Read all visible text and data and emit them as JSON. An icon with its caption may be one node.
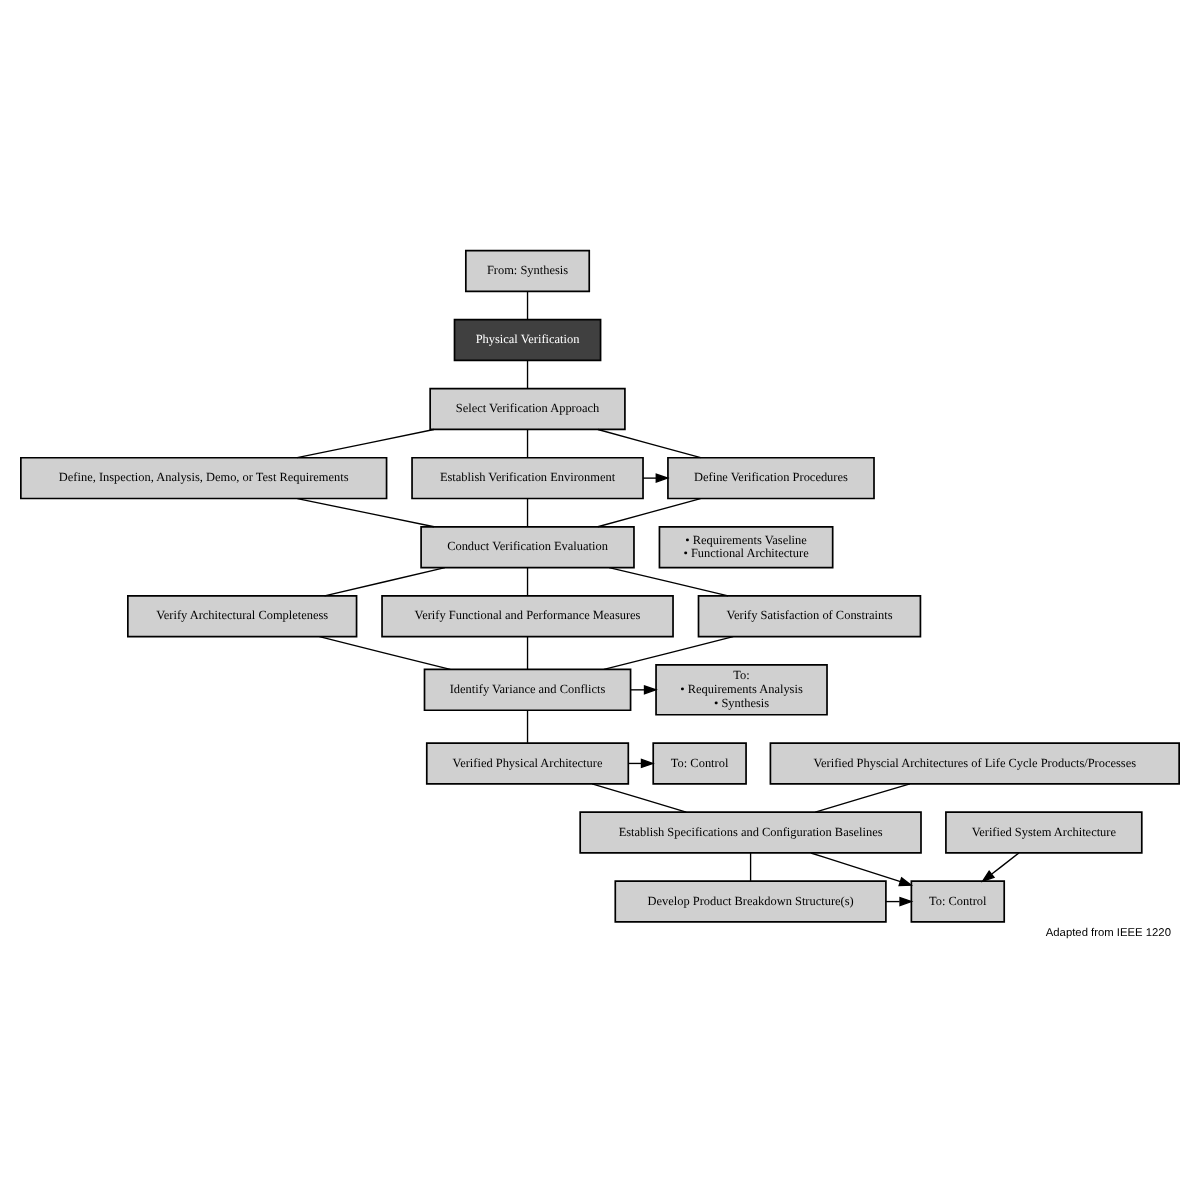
{
  "diagram": {
    "caption": "Adapted from IEEE 1220",
    "nodes": [
      {
        "text": [
          "From: Synthesis"
        ]
      },
      {
        "text": [
          "Physical Verification"
        ]
      },
      {
        "text": [
          "Select Verification Approach"
        ]
      },
      {
        "text": [
          "Define, Inspection, Analysis, Demo, or Test Requirements"
        ]
      },
      {
        "text": [
          "Define Verification Procedures"
        ]
      },
      {
        "text": [
          "Establish Verification Environment"
        ]
      },
      {
        "text": [
          "Conduct Verification Evaluation"
        ]
      },
      {
        "text": [
          "• Requirements Vaseline",
          "• Functional Architecture"
        ]
      },
      {
        "text": [
          "Verify Architectural Completeness"
        ]
      },
      {
        "text": [
          "Verify Functional and Performance Measures"
        ]
      },
      {
        "text": [
          "Verify Satisfaction of Constraints"
        ]
      },
      {
        "text": [
          "Identify Variance and Conflicts"
        ]
      },
      {
        "text": [
          "To:",
          "• Requirements Analysis",
          "• Synthesis"
        ]
      },
      {
        "text": [
          "Verified Physcial Architectures of Life Cycle Products/Processes"
        ]
      },
      {
        "text": [
          "Verified Physical Architecture"
        ]
      },
      {
        "text": [
          "To: Control"
        ]
      },
      {
        "text": [
          "Verified System Architecture"
        ]
      },
      {
        "text": [
          "Establish Specifications and Configuration Baselines"
        ]
      },
      {
        "text": [
          "To: Control"
        ]
      },
      {
        "text": [
          "Develop Product Breakdown Structure(s)"
        ]
      }
    ],
    "edges": [
      {
        "from": 0,
        "to": 1,
        "arrow": "none"
      },
      {
        "from": 1,
        "to": 2,
        "arrow": "none"
      },
      {
        "from": 2,
        "to": 3,
        "arrow": "none"
      },
      {
        "from": 2,
        "to": 4,
        "arrow": "none"
      },
      {
        "from": 2,
        "to": 5,
        "arrow": "none"
      },
      {
        "from": 5,
        "to": 4,
        "arrow": "to"
      },
      {
        "from": 3,
        "to": 6,
        "arrow": "none"
      },
      {
        "from": 4,
        "to": 6,
        "arrow": "none"
      },
      {
        "from": 5,
        "to": 6,
        "arrow": "none"
      },
      {
        "from": 6,
        "to": 8,
        "arrow": "none"
      },
      {
        "from": 6,
        "to": 9,
        "arrow": "none"
      },
      {
        "from": 6,
        "to": 10,
        "arrow": "none"
      },
      {
        "from": 8,
        "to": 11,
        "arrow": "none"
      },
      {
        "from": 9,
        "to": 11,
        "arrow": "none"
      },
      {
        "from": 10,
        "to": 11,
        "arrow": "none"
      },
      {
        "from": 11,
        "to": 12,
        "arrow": "to"
      },
      {
        "from": 11,
        "to": 14,
        "arrow": "none"
      },
      {
        "from": 14,
        "to": 15,
        "arrow": "to"
      },
      {
        "from": 13,
        "to": 17,
        "arrow": "none"
      },
      {
        "from": 14,
        "to": 17,
        "arrow": "none"
      },
      {
        "from": 16,
        "to": 18,
        "arrow": "to"
      },
      {
        "from": 17,
        "to": 18,
        "arrow": "to"
      },
      {
        "from": 17,
        "to": 19,
        "arrow": "none"
      },
      {
        "from": 19,
        "to": 18,
        "arrow": "to"
      }
    ]
  }
}
